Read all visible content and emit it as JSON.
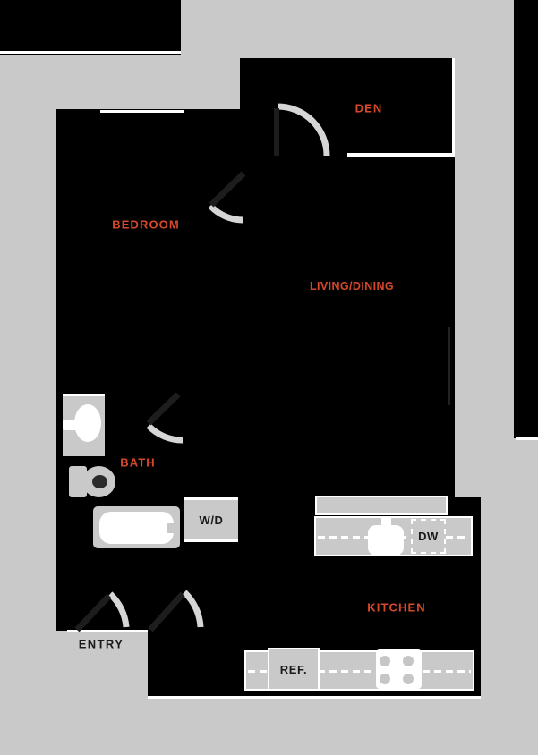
{
  "colors": {
    "background": "#c9c9c9",
    "floor": "#000000",
    "label_red": "#d6482a",
    "door_arc": "#d6d6d6",
    "door_leaf": "#1d1d1d",
    "fixture_gray": "#c9c9c9",
    "line_white": "#ffffff",
    "ink": "#1a1a1a"
  },
  "floorplan": {
    "rooms": {
      "den": "DEN",
      "bedroom": "BEDROOM",
      "living_dining": "LIVING/DINING",
      "bath": "BATH",
      "kitchen": "KITCHEN"
    },
    "appliances": {
      "washer_dryer": "W/D",
      "dishwasher": "DW",
      "refrigerator": "REF."
    },
    "entry_label": "ENTRY"
  }
}
